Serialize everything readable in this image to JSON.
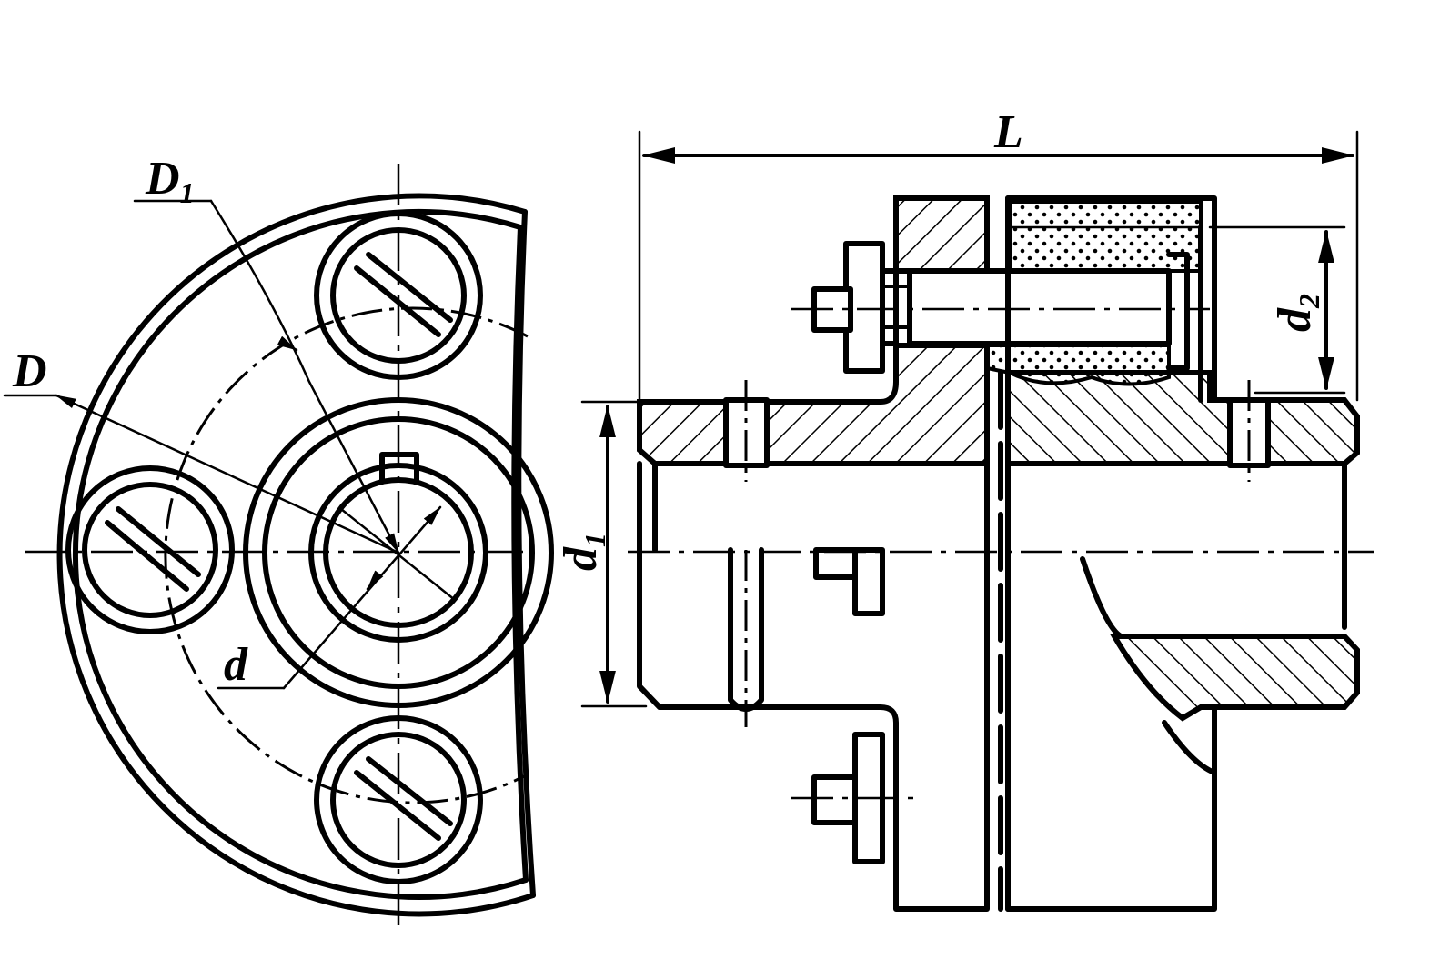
{
  "labels": {
    "D1_main": "D",
    "D1_sub": "1",
    "D": "D",
    "d": "d",
    "L": "L",
    "d1_main": "d",
    "d1_sub": "1",
    "d2_main": "d",
    "d2_sub": "2"
  },
  "colors": {
    "line": "#000000",
    "background": "#ffffff"
  }
}
